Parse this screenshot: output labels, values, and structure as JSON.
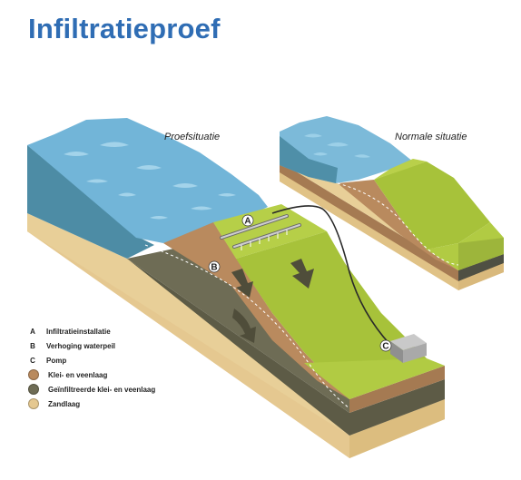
{
  "title": "Infiltratieproef",
  "captions": {
    "test": "Proefsituatie",
    "normal": "Normale situatie"
  },
  "markers": {
    "a": "A",
    "b": "B",
    "c": "C"
  },
  "legend": [
    {
      "key": "A",
      "label": "Infiltratieinstallatie"
    },
    {
      "key": "B",
      "label": "Verhoging waterpeil"
    },
    {
      "key": "C",
      "label": "Pomp"
    },
    {
      "color": "#b98a5e",
      "label": "Klei- en veenlaag"
    },
    {
      "color": "#6e6c55",
      "label": "Geïnfiltreerde klei- en veenlaag"
    },
    {
      "color": "#e5c890",
      "label": "Zandlaag"
    }
  ],
  "colors": {
    "title": "#2f6db4",
    "water": "#6fb2d6",
    "grass": "#a7c23a",
    "clay": "#b98a5e",
    "infiltrated": "#6e6c55",
    "sand": "#e5c890"
  }
}
